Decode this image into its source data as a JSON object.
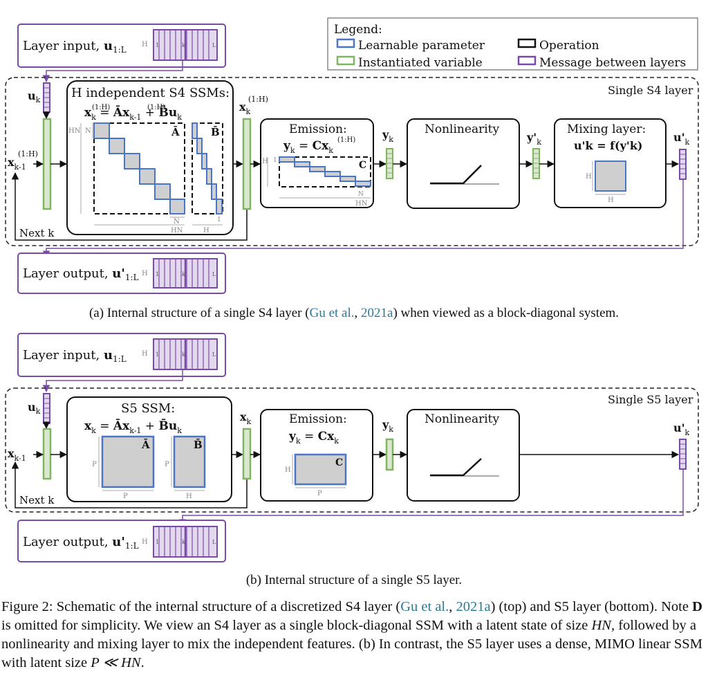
{
  "legend": {
    "title": "Legend:",
    "items": [
      {
        "label": "Learnable parameter",
        "color": "#4a74c4"
      },
      {
        "label": "Operation",
        "color": "#111111"
      },
      {
        "label": "Instantiated variable",
        "color": "#7fb463"
      },
      {
        "label": "Message between layers",
        "color": "#7a4aa8"
      }
    ]
  },
  "colors": {
    "learnable": "#4a74c4",
    "variable": "#7fb463",
    "variable_fill": "#dbe8cf",
    "operation": "#111111",
    "message": "#7a4aa8",
    "message_fill": "#e3d9ee",
    "matrix_fill": "#cfcfcf",
    "dim": "#aaaaaa"
  },
  "s4": {
    "layer_label": "Single S4 layer",
    "input_label": "Layer input, ",
    "input_var": "u",
    "input_sub": "1:L",
    "output_label": "Layer output, ",
    "output_var": "u'",
    "output_sub": "1:L",
    "strip_ticks": [
      "H",
      "1",
      "k",
      "L"
    ],
    "u_k": "u",
    "u_k_sub": "k",
    "x_prev": "x",
    "x_prev_sub": "k-1",
    "x_prev_sup": "(1:H)",
    "x_next": "x",
    "x_next_sub": "k",
    "x_next_sup": "(1:H)",
    "next_k": "Next k",
    "ssm_title": "H independent S4 SSMs:",
    "ssm_eq": {
      "lhs": "x",
      "lhs_sub": "k",
      "lhs_sup": "(1:H)",
      "a": "Ā",
      "ax": "x",
      "ax_sub": "k-1",
      "ax_sup": "(1:H)",
      "b": "B̄",
      "bu": "u",
      "bu_sub": "k"
    },
    "mat_a": "Ā",
    "mat_b": "B̄",
    "dims": {
      "hn": "HN",
      "n": "N",
      "hn_b": "HN",
      "n_b": "N",
      "h_b": "H",
      "one": "1"
    },
    "emission_title": "Emission:",
    "emission_eq": {
      "lhs": "y",
      "lhs_sub": "k",
      "c": "C",
      "x": "x",
      "x_sub": "k",
      "x_sup": "(1:H)"
    },
    "mat_c": "C",
    "emission_dims": {
      "h": "H",
      "one": "1",
      "n": "N",
      "hn": "HN"
    },
    "y_k": "y",
    "y_k_sub": "k",
    "nonlinearity": "Nonlinearity",
    "y_prime": "y'",
    "y_prime_sub": "k",
    "mixing_title": "Mixing layer:",
    "mixing_eq": "u'k = f(y'k)",
    "mixing_dims": {
      "h_left": "H",
      "h_bottom": "H"
    },
    "u_prime": "u'",
    "u_prime_sub": "k"
  },
  "s4_caption": {
    "before": "(a) Internal structure of a single S4 layer (",
    "cite1": "Gu et al.",
    "cite_sep": ", ",
    "cite2": "2021a",
    "after": ") when viewed as a block-diagonal system."
  },
  "s5": {
    "layer_label": "Single S5 layer",
    "input_label": "Layer input, ",
    "input_var": "u",
    "input_sub": "1:L",
    "output_label": "Layer output, ",
    "output_var": "u'",
    "output_sub": "1:L",
    "u_k": "u",
    "u_k_sub": "k",
    "x_prev": "x",
    "x_prev_sub": "k-1",
    "x_next": "x",
    "x_next_sub": "k",
    "next_k": "Next k",
    "ssm_title": "S5 SSM:",
    "ssm_eq": {
      "lhs": "x",
      "lhs_sub": "k",
      "a": "Ā",
      "ax": "x",
      "ax_sub": "k-1",
      "b": "B̄",
      "bu": "u",
      "bu_sub": "k"
    },
    "mat_a": "Ā",
    "mat_b": "B̄",
    "dims": {
      "p_left": "P",
      "p_bottom": "P",
      "p_b": "P",
      "h_b": "H"
    },
    "emission_title": "Emission:",
    "emission_eq": {
      "lhs": "y",
      "lhs_sub": "k",
      "c": "C",
      "x": "x",
      "x_sub": "k"
    },
    "mat_c": "C",
    "emission_dims": {
      "h": "H",
      "p": "P"
    },
    "y_k": "y",
    "y_k_sub": "k",
    "nonlinearity": "Nonlinearity",
    "u_prime": "u'",
    "u_prime_sub": "k"
  },
  "s5_caption": "(b) Internal structure of a single S5 layer.",
  "figure_caption": {
    "p1": "Figure 2: Schematic of the internal structure of a discretized S4 layer (",
    "cite1": "Gu et al.",
    "cite_sep": ", ",
    "cite2": "2021a",
    "p2": ") (top) and S5 layer (bottom). Note ",
    "bold_d": "D",
    "p3": " is omitted for simplicity. We view an S4 layer as a single block-diagonal SSM with a latent state of size ",
    "hn": "HN",
    "p4": ", followed by a nonlinearity and mixing layer to mix the independent features. (b) In contrast, the S5 layer uses a dense, MIMO linear SSM with latent size ",
    "p_ll_hn": "P ≪ HN",
    "p5": "."
  }
}
